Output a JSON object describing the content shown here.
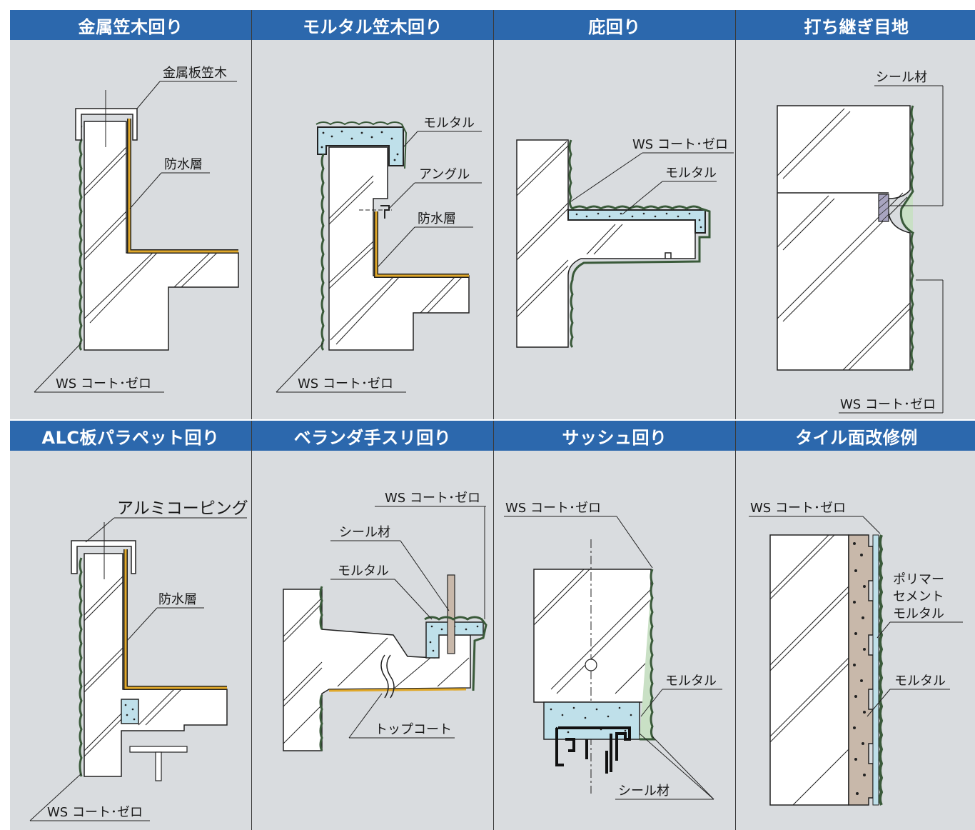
{
  "panels": [
    {
      "title": "金属笠木回り",
      "labels": {
        "top": "金属板笠木",
        "mid": "防水層",
        "bottom": "WS コート･ゼロ"
      }
    },
    {
      "title": "モルタル笠木回り",
      "labels": {
        "a": "モルタル",
        "b": "アングル",
        "c": "防水層",
        "bottom": "WS コート･ゼロ"
      }
    },
    {
      "title": "庇回り",
      "labels": {
        "a": "WS コート･ゼロ",
        "b": "モルタル"
      }
    },
    {
      "title": "打ち継ぎ目地",
      "labels": {
        "a": "シール材",
        "bottom": "WS コート･ゼロ"
      }
    },
    {
      "title": "ALC板パラペット回り",
      "labels": {
        "top": "アルミコーピング",
        "mid": "防水層",
        "bottom": "WS コート･ゼロ"
      }
    },
    {
      "title": "ベランダ手スリ回り",
      "labels": {
        "a": "WS コート･ゼロ",
        "b": "シール材",
        "c": "モルタル",
        "d": "トップコート"
      }
    },
    {
      "title": "サッシュ回り",
      "labels": {
        "a": "WS コート･ゼロ",
        "b": "モルタル",
        "c": "シール材"
      }
    },
    {
      "title": "タイル面改修例",
      "labels": {
        "a": "WS コート･ゼロ",
        "b1": "ポリマー",
        "b2": "セメント",
        "b3": "モルタル",
        "c": "モルタル"
      }
    }
  ],
  "colors": {
    "header": "#2c68ad",
    "panel_bg": "#d9dcdf",
    "coat": "#c9e0c5",
    "waterproof": "#e0a82a",
    "mortar": "#bfe0ea",
    "tile": "#c8b8aa"
  }
}
